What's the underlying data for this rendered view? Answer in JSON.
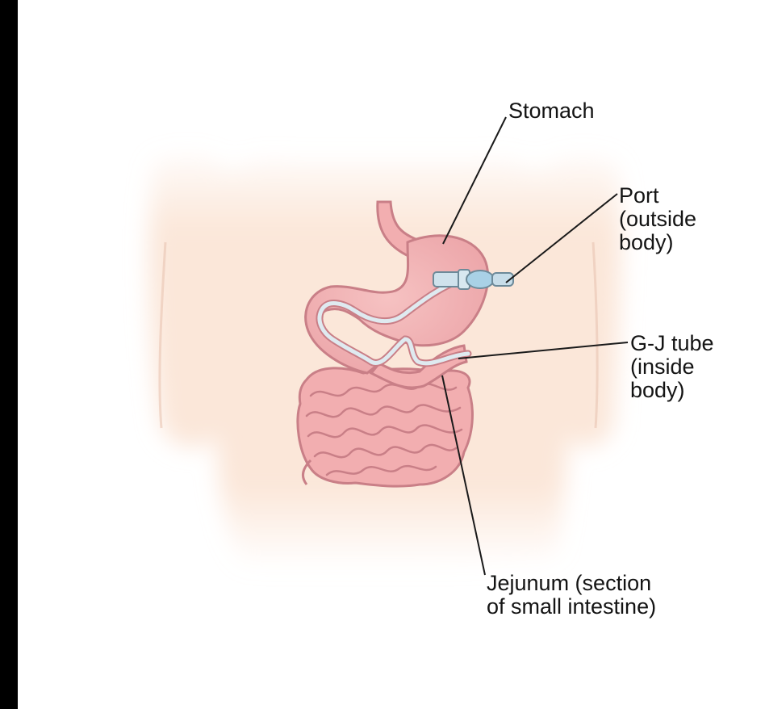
{
  "labels": {
    "stomach": "Stomach",
    "port": "Port\n(outside\nbody)",
    "gj_tube": "G-J tube\n(inside\nbody)",
    "jejunum": "Jejunum (section\nof small intestine)"
  },
  "colors": {
    "background_border": "#000000",
    "canvas": "#ffffff",
    "skin": "#fbe3d3",
    "organ_fill": "#f2aeb0",
    "organ_outline": "#c97f87",
    "tube": "#dfeaf0",
    "leader_line": "#1a1a1a"
  }
}
